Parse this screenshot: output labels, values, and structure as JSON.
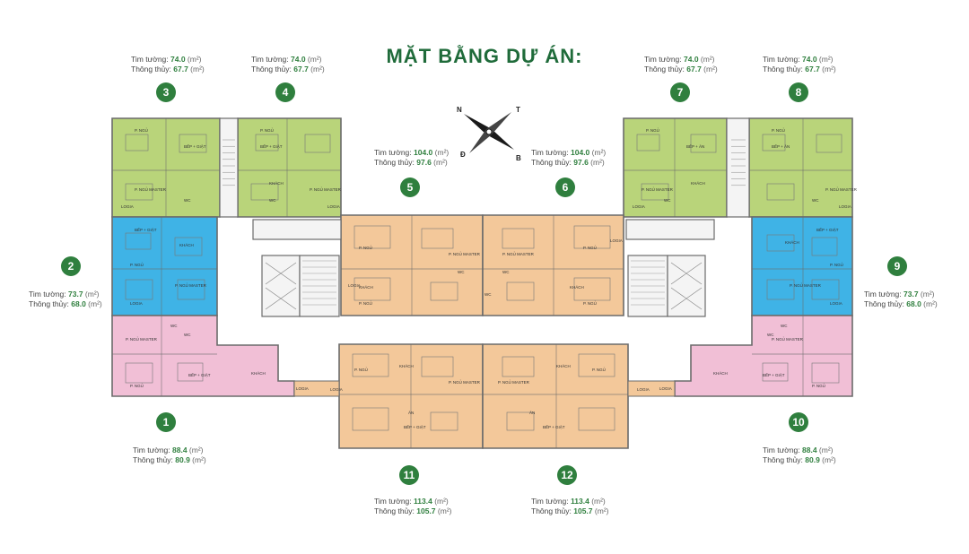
{
  "title": "MẶT BẰNG DỰ ÁN:",
  "colors": {
    "title": "#1f6b3a",
    "badge": "#2f7f3e",
    "value": "#2f7f3e",
    "green_unit": "#b9d47a",
    "blue_unit": "#3fb3e6",
    "pink_unit": "#f1bfd6",
    "orange_unit": "#f3c89a",
    "core": "#f4f4f4",
    "wall": "#6b6b6b"
  },
  "labels": {
    "tim_tuong": "Tim tường:",
    "thong_thuy": "Thông thủy:",
    "unit": "(m²)"
  },
  "compass": {
    "n": "N",
    "t": "T",
    "d": "Đ",
    "b": "B"
  },
  "units": [
    {
      "id": "1",
      "tim_tuong": "88.4",
      "thong_thuy": "80.9"
    },
    {
      "id": "2",
      "tim_tuong": "73.7",
      "thong_thuy": "68.0"
    },
    {
      "id": "3",
      "tim_tuong": "74.0",
      "thong_thuy": "67.7"
    },
    {
      "id": "4",
      "tim_tuong": "74.0",
      "thong_thuy": "67.7"
    },
    {
      "id": "5",
      "tim_tuong": "104.0",
      "thong_thuy": "97.6"
    },
    {
      "id": "6",
      "tim_tuong": "104.0",
      "thong_thuy": "97.6"
    },
    {
      "id": "7",
      "tim_tuong": "74.0",
      "thong_thuy": "67.7"
    },
    {
      "id": "8",
      "tim_tuong": "74.0",
      "thong_thuy": "67.7"
    },
    {
      "id": "9",
      "tim_tuong": "73.7",
      "thong_thuy": "68.0"
    },
    {
      "id": "10",
      "tim_tuong": "88.4",
      "thong_thuy": "80.9"
    },
    {
      "id": "11",
      "tim_tuong": "113.4",
      "thong_thuy": "105.7"
    },
    {
      "id": "12",
      "tim_tuong": "113.4",
      "thong_thuy": "105.7"
    }
  ],
  "room_labels": {
    "p_ngu": "P. NGỦ",
    "p_ngu_master": "P. NGỦ MASTER",
    "khach": "KHÁCH",
    "bep_an": "BẾP + ĂN",
    "bep_giat": "BẾP + GIẶT",
    "wc": "WC",
    "logia": "LOGIA",
    "an": "ĂN"
  }
}
